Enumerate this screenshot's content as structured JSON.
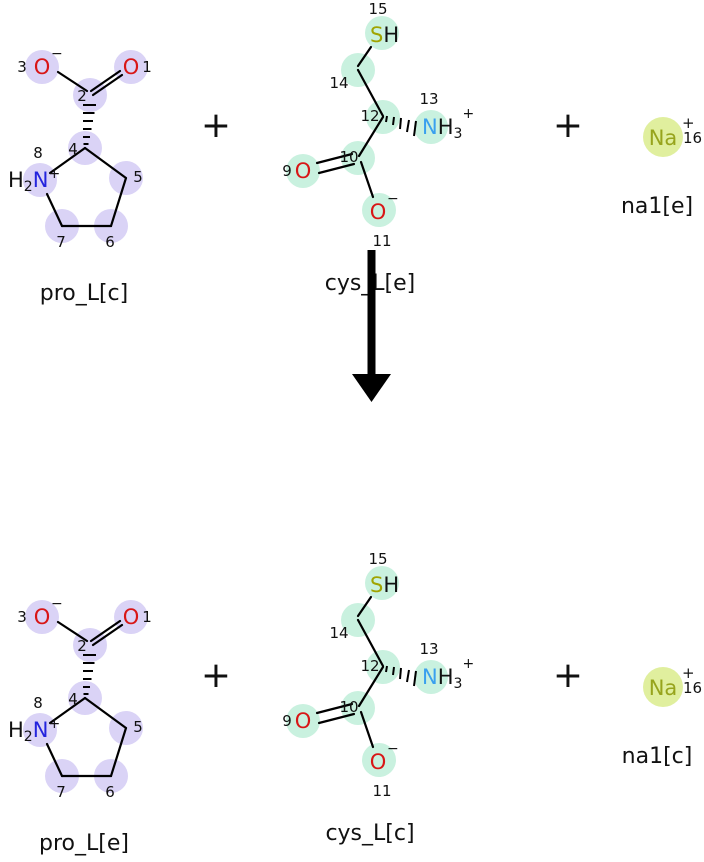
{
  "reaction": {
    "operator_plus": "+",
    "reactants": {
      "proline_label": "pro_L[c]",
      "cysteine_label": "cys_L[e]",
      "sodium_label": "na1[e]"
    },
    "products": {
      "proline_label": "pro_L[e]",
      "cysteine_label": "cys_L[c]",
      "sodium_label": "na1[c]"
    }
  },
  "proline": {
    "atoms": {
      "o1": {
        "symbol": "O",
        "index": "1"
      },
      "c2": {
        "index": "2"
      },
      "o3": {
        "symbol": "O",
        "index": "3",
        "charge": "−"
      },
      "c4": {
        "index": "4"
      },
      "c5": {
        "index": "5"
      },
      "c6": {
        "index": "6"
      },
      "c7": {
        "index": "7"
      },
      "n8": {
        "symbol": "N",
        "index": "8",
        "h": "H",
        "h_count": "2",
        "charge": "+"
      }
    }
  },
  "cysteine": {
    "atoms": {
      "o9": {
        "symbol": "O",
        "index": "9"
      },
      "c10": {
        "index": "10"
      },
      "o11": {
        "symbol": "O",
        "index": "11",
        "charge": "−"
      },
      "c12": {
        "index": "12"
      },
      "n13": {
        "symbol": "N",
        "index": "13",
        "h": "H",
        "h_count": "3",
        "charge": "+"
      },
      "c14": {
        "index": "14"
      },
      "s15": {
        "symbol": "S",
        "index": "15",
        "h": "H"
      }
    }
  },
  "sodium": {
    "symbol": "Na",
    "index": "16",
    "charge": "+"
  },
  "colors": {
    "oxygen": "#d81616",
    "nitrogen_proline": "#2424dd",
    "nitrogen_cysteine": "#3aa0ee",
    "sulfur": "#a0a400",
    "sodium_text": "#97a41c",
    "highlight_proline": "#dad3f6",
    "highlight_cysteine": "#c9f1df",
    "highlight_sodium": "#e0ef9e",
    "bond": "#000000",
    "arrow": "#000000",
    "text": "#111111"
  }
}
